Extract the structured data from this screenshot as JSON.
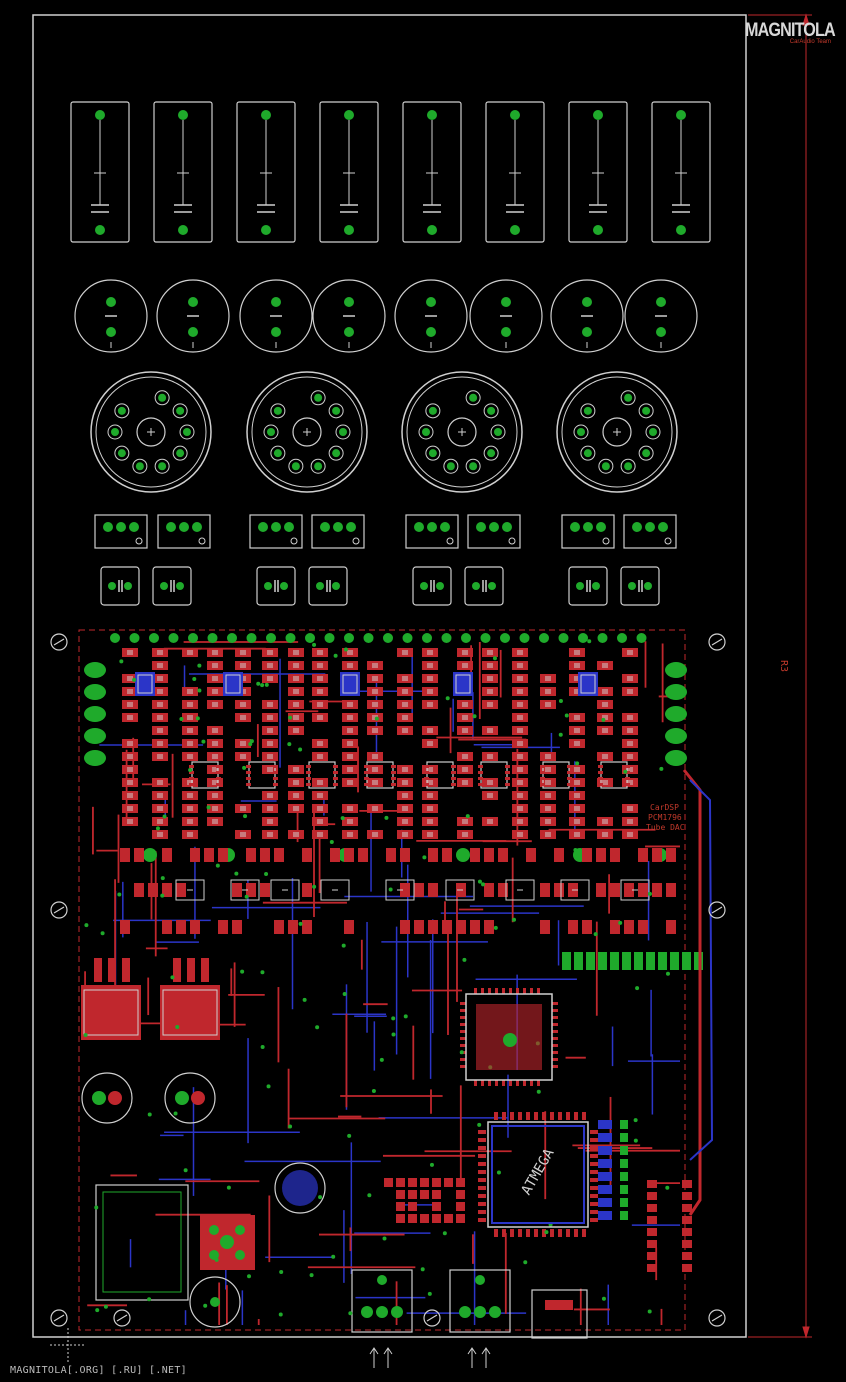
{
  "logo": {
    "main": "MAGNITOLA",
    "sub": "CarAudio Team"
  },
  "footer": {
    "text": "MAGNITOLA[.ORG] [.RU] [.NET]"
  },
  "dimension": {
    "label": "R3"
  },
  "silk": {
    "label_1": "CarDSP",
    "label_2": "PCM1796",
    "label_3": "Tube DAC"
  },
  "chip": {
    "label": "ATMEGA"
  },
  "colors": {
    "background": "#000000",
    "outline": "#d0d0d0",
    "pad": "#1faa2b",
    "top_copper": "#c0272d",
    "bottom_copper": "#2b35c8",
    "silk": "#cfcfcf"
  }
}
